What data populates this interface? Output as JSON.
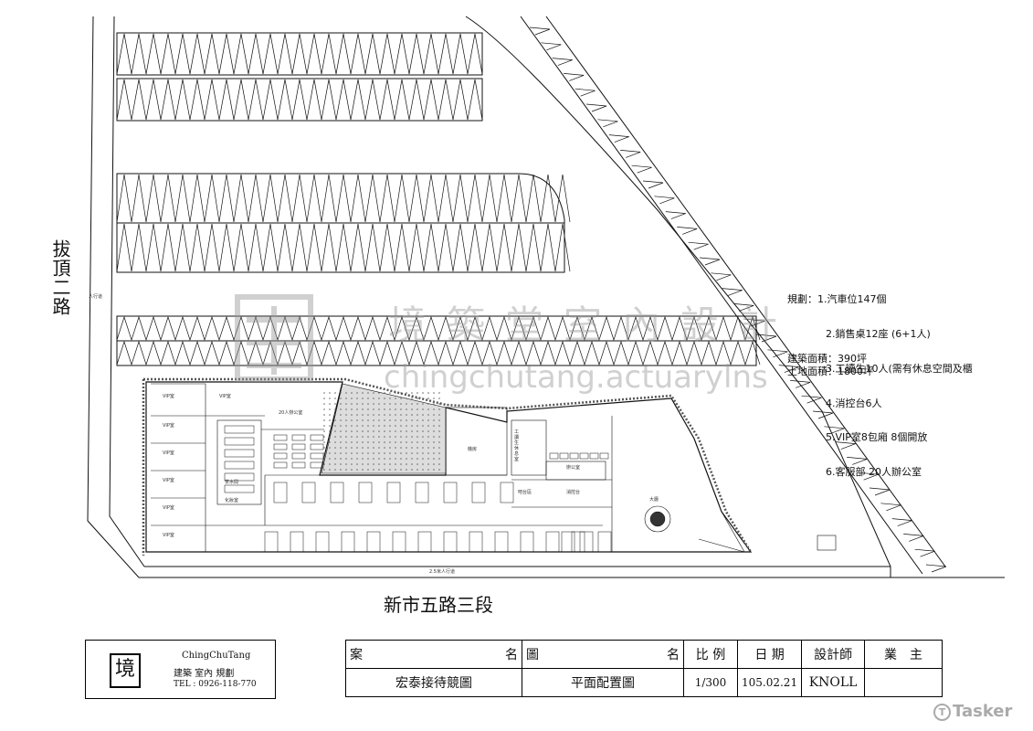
{
  "roads": {
    "left": "拔頂二路",
    "bottom": "新市五路三段",
    "sidewalk_left": "人行道",
    "sidewalk_bottom": "2.5米人行道"
  },
  "plan_notes": {
    "heading": "規劃：",
    "items": [
      "1.汽車位147個",
      "2.銷售桌12座 (6+1人)",
      "3.工讀生10人(需有休息空間及櫃",
      "4.消控台6人",
      "5.VIP室8包廂 8個開放",
      "6.客服部 20人辦公室"
    ],
    "building_area": "建築面積：390坪",
    "site_area": "土地面積：1800坪"
  },
  "room_labels": {
    "vip": "VIP室",
    "office20": "20人辦公室",
    "machine": "機房",
    "staff_rest": "工讀生休息室",
    "office": "辦公室",
    "counter": "吧台區",
    "fire_control": "消控台",
    "lobby": "大廳",
    "restroom": "化妝室",
    "utility": "茶水間"
  },
  "watermark": {
    "line1": "境築堂室內設計",
    "line2": "chingchutang.actuarylns"
  },
  "firm": {
    "logo_glyph": "境",
    "name_en": "ChingChuTang",
    "services": "建築 室內 規劃",
    "tel": "TEL : 0926-118-770"
  },
  "title_block": {
    "h_case_a": "案",
    "h_case_b": "名",
    "h_drawing_a": "圖",
    "h_drawing_b": "名",
    "h_scale": "比 例",
    "h_date": "日 期",
    "h_designer": "設計師",
    "h_owner": "業　主",
    "case_name": "宏泰接待競圖",
    "drawing_name": "平面配置圖",
    "scale": "1/300",
    "date": "105.02.21",
    "designer": "KNOLL",
    "owner": ""
  },
  "brand": "Tasker"
}
